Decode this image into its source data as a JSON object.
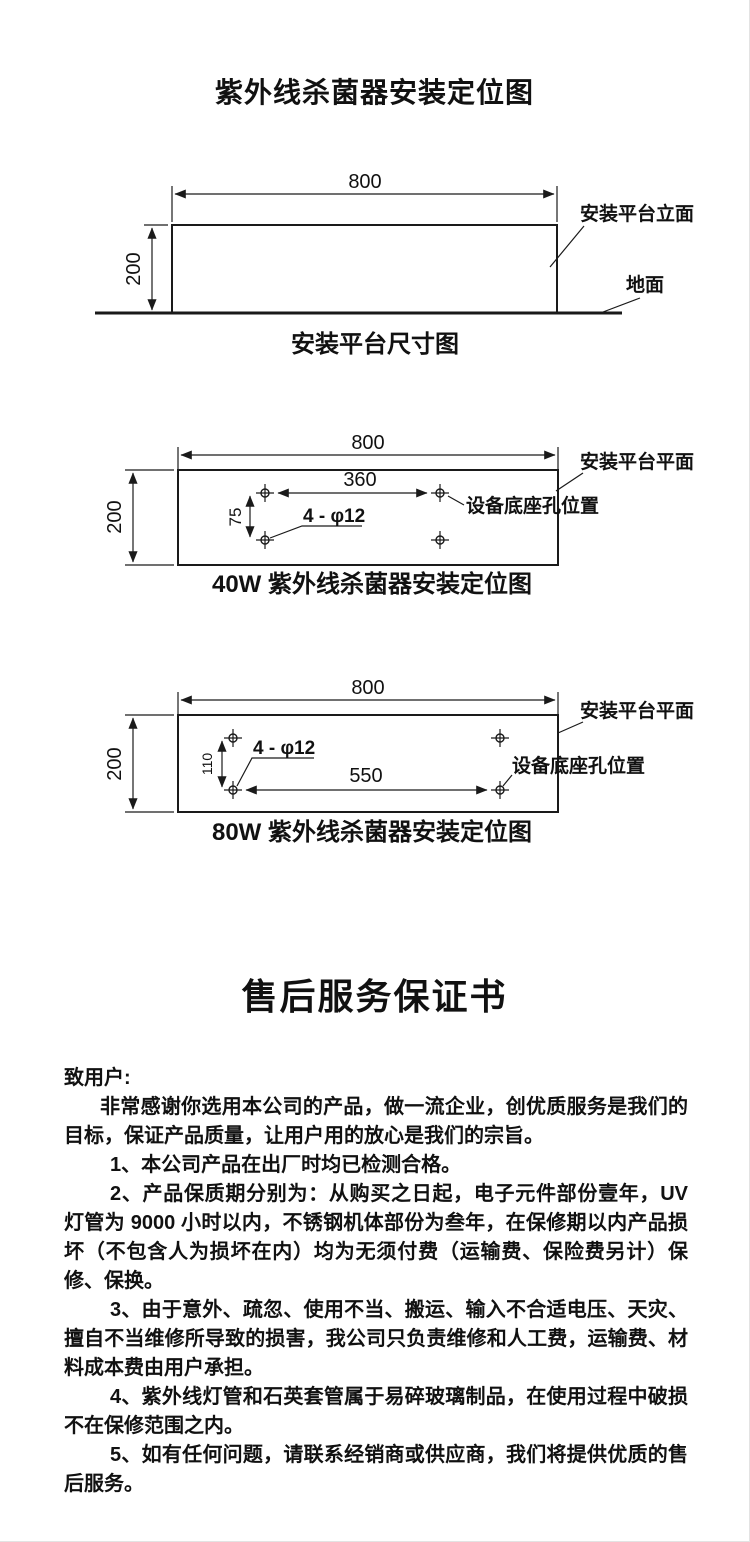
{
  "page": {
    "title": "紫外线杀菌器安装定位图"
  },
  "platform_diagram": {
    "width": "800",
    "height": "200",
    "elevation_label": "安装平台立面",
    "ground_label": "地面",
    "caption": "安装平台尺寸图"
  },
  "diagram_40w": {
    "width": "800",
    "height": "200",
    "hole_spacing_x": "360",
    "hole_spacing_y": "75",
    "holes_label": "4 - φ12",
    "plane_label": "安装平台平面",
    "hole_position_label": "设备底座孔位置",
    "caption": "40W 紫外线杀菌器安装定位图"
  },
  "diagram_80w": {
    "width": "800",
    "height": "200",
    "hole_spacing_x": "550",
    "hole_spacing_y": "110",
    "holes_label": "4 - φ12",
    "plane_label": "安装平台平面",
    "hole_position_label": "设备底座孔位置",
    "caption": "80W 紫外线杀菌器安装定位图"
  },
  "warranty": {
    "title": "售后服务保证书",
    "salutation": "致用户:",
    "intro": "非常感谢你选用本公司的产品，做一流企业，创优质服务是我们的目标，保证产品质量，让用户用的放心是我们的宗旨。",
    "items": [
      "1、本公司产品在出厂时均已检测合格。",
      "2、产品保质期分别为：从购买之日起，电子元件部份壹年，UV灯管为 9000 小时以内，不锈钢机体部份为叁年，在保修期以内产品损坏（不包含人为损坏在内）均为无须付费（运输费、保险费另计）保修、保换。",
      "3、由于意外、疏忽、使用不当、搬运、输入不合适电压、天灾、擅自不当维修所导致的损害，我公司只负责维修和人工费，运输费、材料成本费由用户承担。",
      "4、紫外线灯管和石英套管属于易碎玻璃制品，在使用过程中破损不在保修范围之内。",
      "5、如有任何问题，请联系经销商或供应商，我们将提供优质的售后服务。"
    ]
  }
}
